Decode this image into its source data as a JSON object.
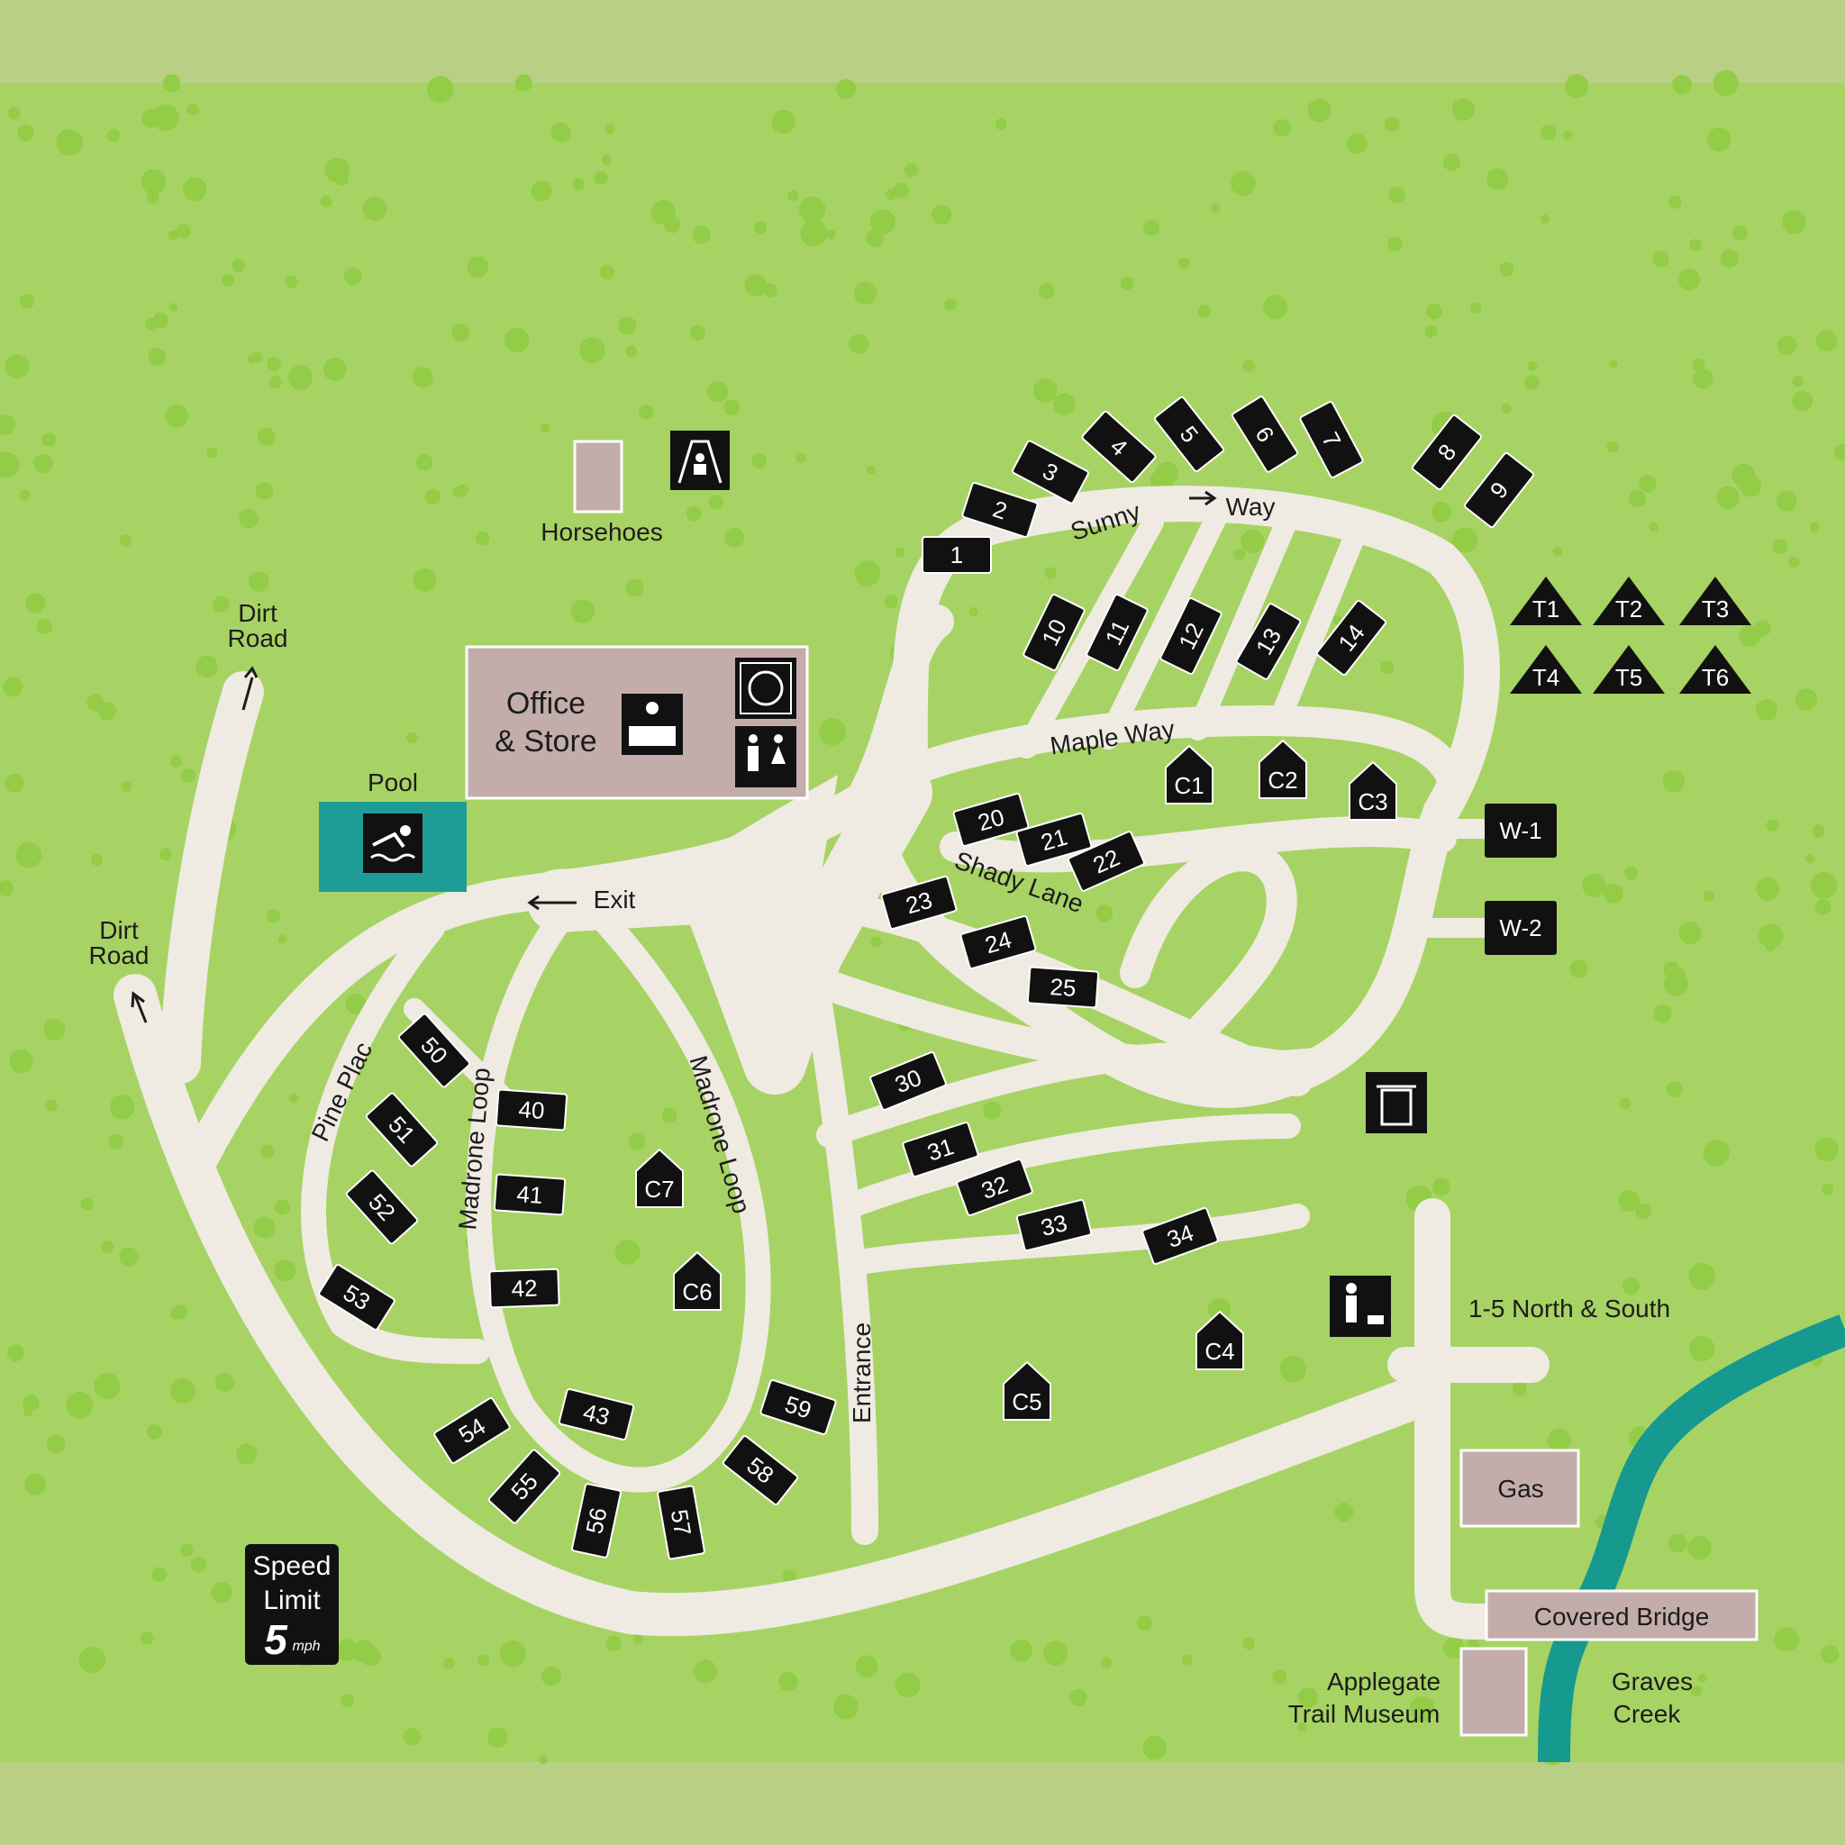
{
  "colors": {
    "outer_border": "#b9d084",
    "grass": "#a7d364",
    "dots": "#93cc47",
    "road": "#efebe3",
    "building": "#c3adab",
    "pool": "#1e9d96",
    "creek": "#16998f",
    "marker": "#111111"
  },
  "labels": {
    "dirt_road_north_1": "Dirt",
    "dirt_road_north_2": "Road",
    "dirt_road_west_1": "Dirt",
    "dirt_road_west_2": "Road",
    "pool": "Pool",
    "horseshoes": "Horsehoes",
    "office_1": "Office",
    "office_2": "& Store",
    "exit": "Exit",
    "entrance": "Entrance",
    "sunny_1": "Sunny",
    "sunny_2": "Way",
    "maple_way": "Maple Way",
    "shady_lane": "Shady Lane",
    "pine_place": "Pine Plac",
    "madrone_loop_west": "Madrone Loop",
    "madrone_loop_east": "Madrone Loop",
    "highway": "1-5 North & South",
    "gas": "Gas",
    "covered_bridge": "Covered Bridge",
    "museum_1": "Applegate",
    "museum_2": "Trail Museum",
    "creek_1": "Graves",
    "creek_2": "Creek",
    "speed_1": "Speed",
    "speed_2": "Limit",
    "speed_value": "5",
    "speed_unit": "mph"
  },
  "icons": [
    "playground-icon",
    "laundry-icon",
    "restroom-icon",
    "office-desk-icon",
    "swimming-icon",
    "trash-icon",
    "pet-walk-icon"
  ],
  "sites": [
    "1",
    "2",
    "3",
    "4",
    "5",
    "6",
    "7",
    "8",
    "9",
    "10",
    "11",
    "12",
    "13",
    "14",
    "20",
    "21",
    "22",
    "23",
    "24",
    "25",
    "30",
    "31",
    "32",
    "33",
    "34",
    "40",
    "41",
    "42",
    "43",
    "50",
    "51",
    "52",
    "53",
    "54",
    "55",
    "56",
    "57",
    "58",
    "59"
  ],
  "cabins": [
    "C1",
    "C2",
    "C3",
    "C4",
    "C5",
    "C6",
    "C7"
  ],
  "tent_sites": [
    "T1",
    "T2",
    "T3",
    "T4",
    "T5",
    "T6"
  ],
  "walk_in_sites": [
    "W-1",
    "W-2"
  ]
}
